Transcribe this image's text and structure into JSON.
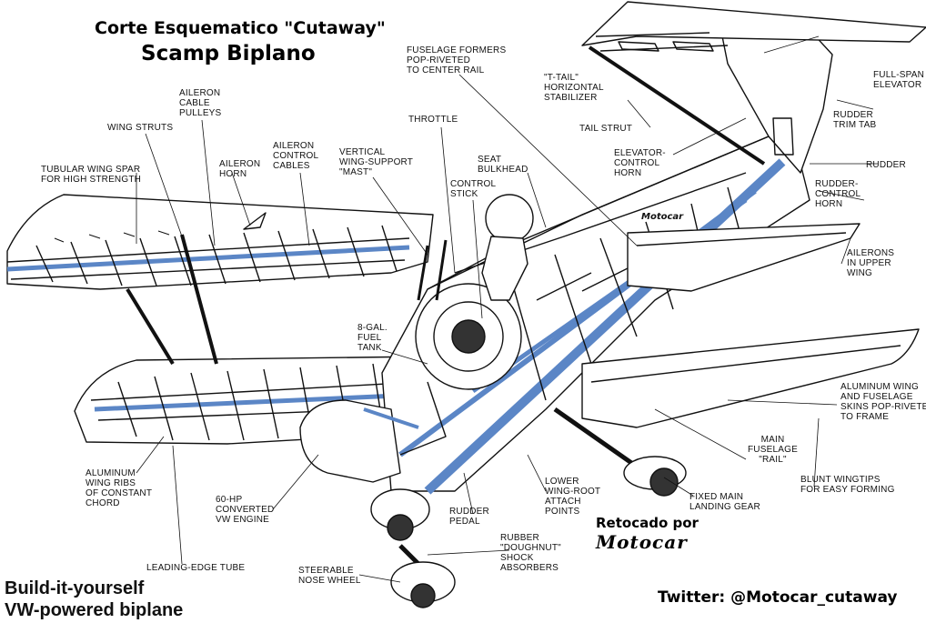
{
  "title": {
    "line1": "Corte Esquematico \"Cutaway\"",
    "line2": "Scamp Biplano"
  },
  "tagline": {
    "line1": "Build-it-yourself",
    "line2": "VW-powered biplane"
  },
  "credit": {
    "retouched_by": "Retocado por",
    "signature": "Motocar",
    "twitter": "Twitter: @Motocar_cutaway",
    "watermark": "Motocar"
  },
  "labels": {
    "fuselage_formers": "FUSELAGE FORMERS\nPOP-RIVETED\nTO CENTER RAIL",
    "t_tail": "\"T-TAIL\"\nHORIZONTAL\nSTABILIZER",
    "full_span_elevator": "FULL-SPAN\nELEVATOR",
    "aileron_cable_pulleys": "AILERON\nCABLE\nPULLEYS",
    "wing_struts": "WING STRUTS",
    "throttle": "THROTTLE",
    "tail_strut": "TAIL STRUT",
    "rudder_trim_tab": "RUDDER\nTRIM TAB",
    "aileron_control_cables": "AILERON\nCONTROL\nCABLES",
    "vertical_mast": "VERTICAL\nWING-SUPPORT\n\"MAST\"",
    "elevator_horn": "ELEVATOR-\nCONTROL\nHORN",
    "rudder": "RUDDER",
    "aileron_horn": "AILERON\nHORN",
    "seat_bulkhead": "SEAT\nBULKHEAD",
    "tubular_spar": "TUBULAR WING SPAR\nFOR HIGH STRENGTH",
    "control_stick": "CONTROL\nSTICK",
    "rudder_horn": "RUDDER-\nCONTROL\nHORN",
    "ailerons_upper": "AILERONS\nIN UPPER\nWING",
    "fuel_tank": "8-GAL.\nFUEL\nTANK",
    "aluminum_skins": "ALUMINUM WING\nAND FUSELAGE\nSKINS POP-RIVETED\nTO FRAME",
    "main_rail": "MAIN\nFUSELAGE\n\"RAIL\"",
    "blunt_wingtips": "BLUNT WINGTIPS\nFOR EASY FORMING",
    "wing_ribs": "ALUMINUM\nWING RIBS\nOF CONSTANT\nCHORD",
    "lower_root": "LOWER\nWING-ROOT\nATTACH\nPOINTS",
    "vw_engine": "60-HP\nCONVERTED\nVW ENGINE",
    "landing_gear": "FIXED MAIN\nLANDING GEAR",
    "rudder_pedal": "RUDDER\nPEDAL",
    "shock_absorbers": "RUBBER\n\"DOUGHNUT\"\nSHOCK\nABSORBERS",
    "leading_edge": "LEADING-EDGE TUBE",
    "nose_wheel": "STEERABLE\nNOSE WHEEL"
  },
  "colors": {
    "frame_blue": "#5b86c6",
    "ink": "#111111",
    "skin": "#ffffff"
  }
}
